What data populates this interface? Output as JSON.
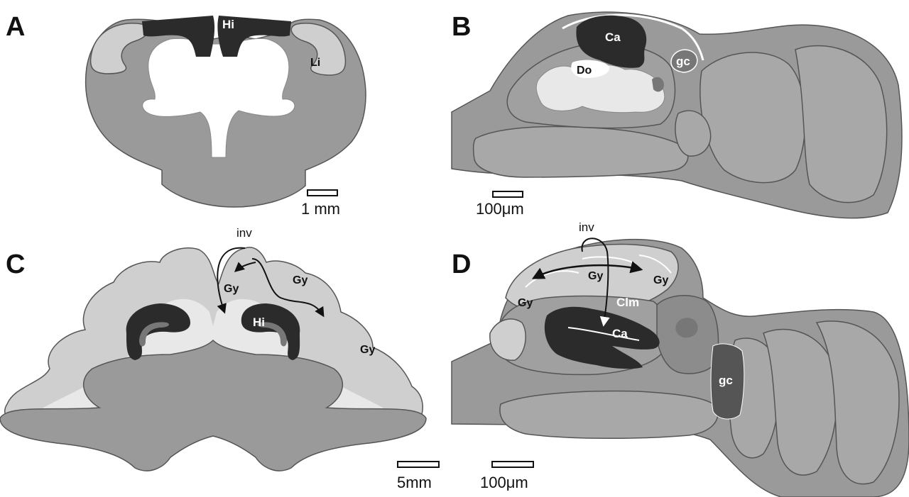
{
  "colors": {
    "cortex": "#9a9a9a",
    "dark_region": "#2b2b2b",
    "light_region": "#cfcfcf",
    "very_light": "#e8e8e8",
    "mid_dark": "#777777",
    "white": "#ffffff"
  },
  "panels": {
    "A": {
      "letter": "A",
      "labels": {
        "hi": "Hi",
        "li": "Li"
      },
      "scale_bar": "1 mm"
    },
    "B": {
      "letter": "B",
      "labels": {
        "ca": "Ca",
        "do": "Do",
        "gc": "gc"
      },
      "scale_bar": "100μm"
    },
    "C": {
      "letter": "C",
      "labels": {
        "inv": "inv",
        "gy_1": "Gy",
        "gy_2": "Gy",
        "gy_3": "Gy",
        "hi": "Hi"
      },
      "scale_bar": "5mm"
    },
    "D": {
      "letter": "D",
      "labels": {
        "inv": "inv",
        "gy_1": "Gy",
        "gy_2": "Gy",
        "gy_3": "Gy",
        "clm": "Clm",
        "ca": "Ca",
        "gc": "gc"
      },
      "scale_bar": "100μm"
    }
  }
}
